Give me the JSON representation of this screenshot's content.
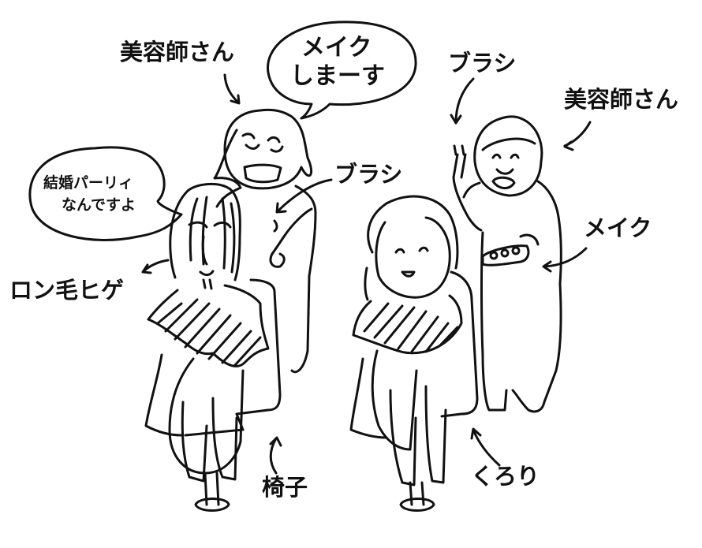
{
  "colors": {
    "ink": "#111111",
    "paper": "#ffffff"
  },
  "labels": {
    "stylist_left": "美容師さん",
    "stylist_right": "美容師さん",
    "speech_makeup_line1": "メイク",
    "speech_makeup_line2": "しまーす",
    "brush_top": "ブラシ",
    "brush_mid": "ブラシ",
    "speech_party_line1": "結婚パーリィ",
    "speech_party_line2": "なんですよ",
    "long_hair_beard": "ロン毛ヒゲ",
    "makeup": "メイク",
    "chair": "椅子",
    "kurori": "くろり"
  }
}
